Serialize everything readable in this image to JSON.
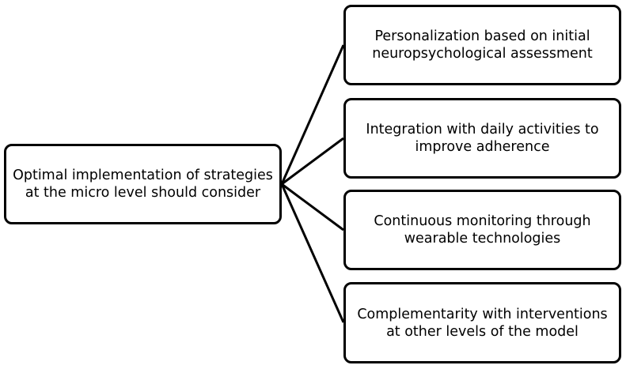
{
  "diagram": {
    "root": {
      "text": "Optimal implementation of strategies at the micro level should consider"
    },
    "leaves": [
      {
        "text": "Personalization based on initial neuropsychological assessment"
      },
      {
        "text": "Integration with daily activities to improve adherence"
      },
      {
        "text": "Continuous monitoring through wearable technologies"
      },
      {
        "text": "Complementarity with interventions at other levels of the model"
      }
    ],
    "colors": {
      "stroke": "#000000",
      "box_fill": "#ffffff",
      "text": "#000000"
    }
  }
}
